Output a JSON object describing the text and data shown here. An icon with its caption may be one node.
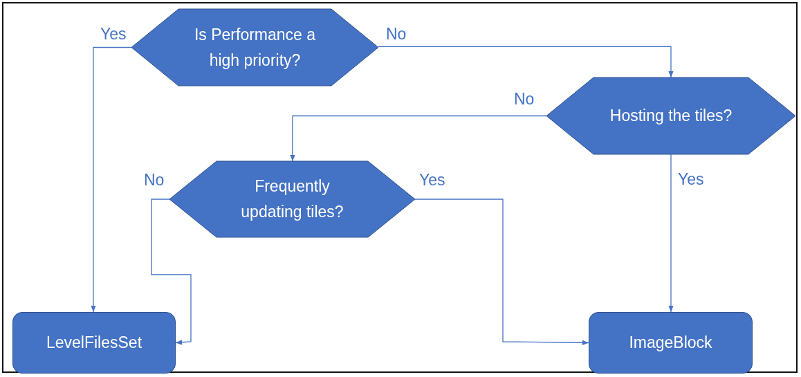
{
  "diagram": {
    "nodes": [
      {
        "text": [
          "Is Performance a high priority?"
        ]
      },
      {
        "text": [
          "Hosting the tiles?"
        ]
      },
      {
        "text": [
          "Frequently updating tiles?"
        ]
      },
      {
        "text": [
          "LevelFilesSet"
        ]
      },
      {
        "text": [
          "ImageBlock"
        ]
      }
    ],
    "edges": [
      {
        "from": 0,
        "to": 3,
        "arrow": "to",
        "label": "Yes"
      },
      {
        "from": 0,
        "to": 1,
        "arrow": "to",
        "label": "No"
      },
      {
        "from": 1,
        "to": 2,
        "arrow": "to",
        "label": "No"
      },
      {
        "from": 1,
        "to": 4,
        "arrow": "to",
        "label": "Yes"
      },
      {
        "from": 2,
        "to": 3,
        "arrow": "to",
        "label": "No"
      },
      {
        "from": 2,
        "to": 4,
        "arrow": "to",
        "label": "Yes"
      }
    ]
  }
}
